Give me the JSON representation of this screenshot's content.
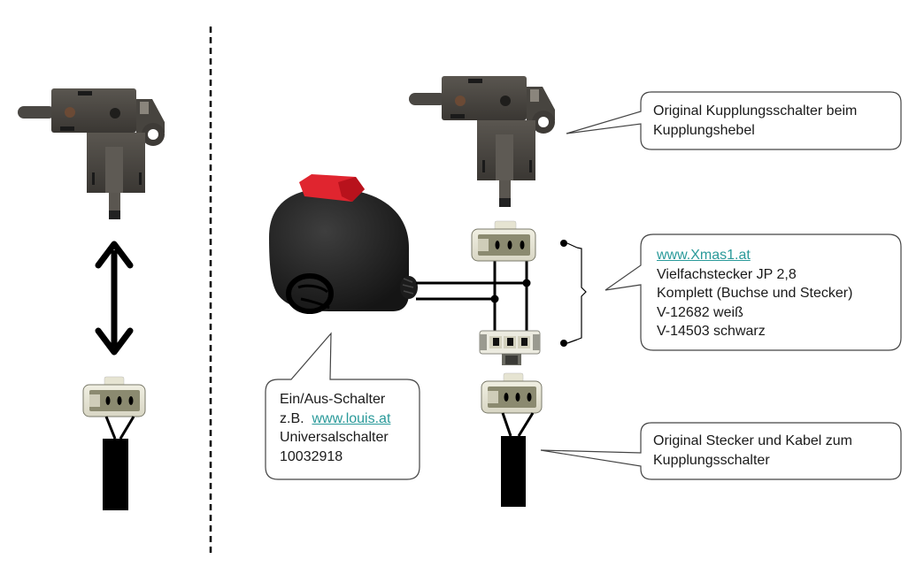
{
  "left_panel": {
    "title": "Before modification",
    "parts": [
      "clutch-switch",
      "double-arrow",
      "connector-plug",
      "cable"
    ]
  },
  "right_panel": {
    "callouts": {
      "clutch_switch": {
        "lines": [
          "Original Kupplungsschalter beim",
          "Kupplungshebel"
        ]
      },
      "multi_connector": {
        "link": "www.Xmas1.at",
        "lines": [
          "Vielfachstecker  JP 2,8",
          "Komplett (Buchse und Stecker)",
          "V-12682 weiß",
          "V-14503 schwarz"
        ]
      },
      "on_off_switch": {
        "line1": "Ein/Aus-Schalter",
        "line2_prefix": "z.B. ",
        "link": "www.louis.at",
        "line3": "Universalschalter",
        "line4": "10032918"
      },
      "original_plug": {
        "lines": [
          "Original Stecker und Kabel zum",
          "Kupplungsschalter"
        ]
      }
    }
  },
  "colors": {
    "link": "#2a9a9a",
    "switch_body": "#2b2b2b",
    "switch_button": "#e0252f",
    "connector_body": "#e8e6d6",
    "wire": "#000000"
  }
}
